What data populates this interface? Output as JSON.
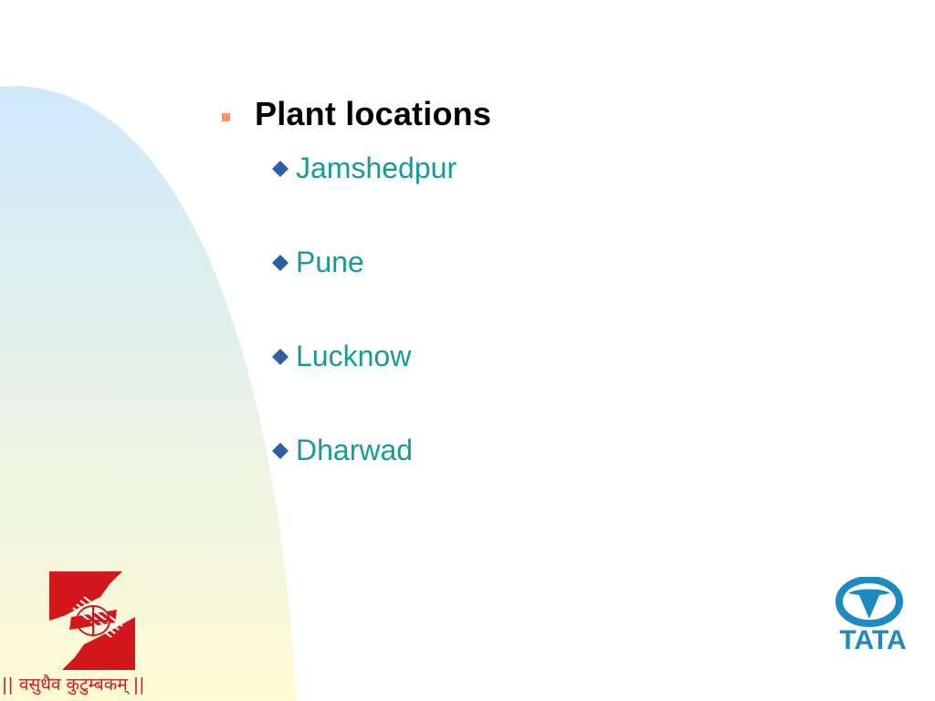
{
  "slide": {
    "title": "Plant locations",
    "items": [
      "Jamshedpur",
      "Pune",
      "Lucknow",
      "Dharwad"
    ]
  },
  "logos": {
    "left_emblem_icon": "tata-steel-emblem-icon",
    "left_motto": "|| वसुधैव कुटुम्बकम् ||",
    "right_logo_text": "TATA"
  },
  "colors": {
    "title": "#000000",
    "item_text": "#179b96",
    "square_bullet": "#f4956b",
    "diamond_bullet": "#2f5fa3",
    "emblem_red": "#d2171d",
    "tata_blue": "#1d8ac1",
    "gradient_top": "#cfe9fb",
    "gradient_bottom": "#fffbd4"
  }
}
